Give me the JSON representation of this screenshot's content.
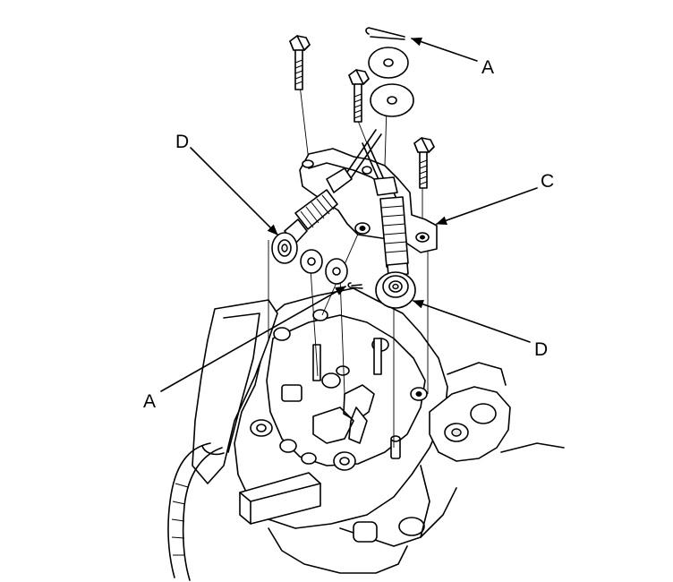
{
  "labels": {
    "a_top": "A",
    "a_bottom": "A",
    "c": "C",
    "d_left": "D",
    "d_right": "D"
  }
}
